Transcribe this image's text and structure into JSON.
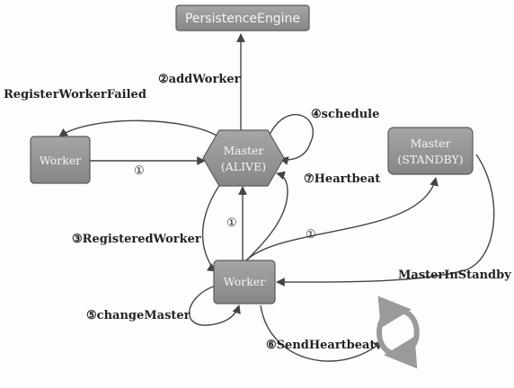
{
  "nodes": {
    "persistence_engine": "PersistenceEngine",
    "master_alive": {
      "line1": "Master",
      "line2": "(ALIVE)"
    },
    "master_standby": {
      "line1": "Master",
      "line2": "(STANDBY)"
    },
    "worker_left": "Worker",
    "worker_center": "Worker"
  },
  "edges": {
    "register_failed": "RegisterWorkerFailed",
    "add_worker": "②addWorker",
    "schedule": "④schedule",
    "register_left": "①",
    "heartbeat": "⑦Heartbeat",
    "register_center": "①",
    "registered_worker": "③RegisteredWorker",
    "register_standby": "①",
    "master_in_standby": "MasterInStandby",
    "change_master": "⑤changeMaster",
    "send_heartbeat": "⑥SendHeartbeat"
  },
  "colors": {
    "node_fill": "#8f8f8f",
    "node_stroke": "#5a5a5a",
    "edge": "#444444",
    "loop_icon": "#9a9a9a"
  }
}
